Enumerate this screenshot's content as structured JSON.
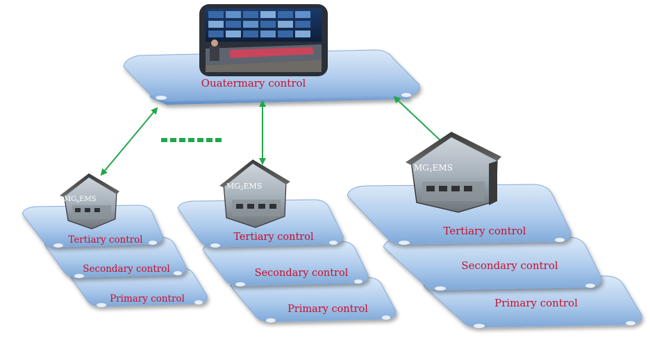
{
  "colors": {
    "platform_light": "#d3e4f7",
    "platform_mid": "#a9c8ec",
    "platform_dark": "#7ea7d8",
    "label_red": "#c8102e",
    "arrow_green": "#1fa84a",
    "dots_green": "#1fa84a"
  },
  "top": {
    "label": "Ouatermary control",
    "image_name": "control-room-photo"
  },
  "left_microgrid": {
    "ems_label": "MG",
    "ems_subscript": "n",
    "ems_suffix": "EMS",
    "tertiary": "Tertiary control",
    "secondary": "Secondary control",
    "primary": "Primary control"
  },
  "middle_microgrid": {
    "ems_label": "MG",
    "ems_subscript": "2",
    "ems_suffix": "EMS",
    "tertiary": "Tertiary control",
    "secondary": "Secondary control",
    "primary": "Primary control"
  },
  "right_microgrid": {
    "ems_label": "MG",
    "ems_subscript": "1",
    "ems_suffix": "EMS",
    "tertiary": "Tertiary control",
    "secondary": "Secondary control",
    "primary": "Primary control"
  }
}
